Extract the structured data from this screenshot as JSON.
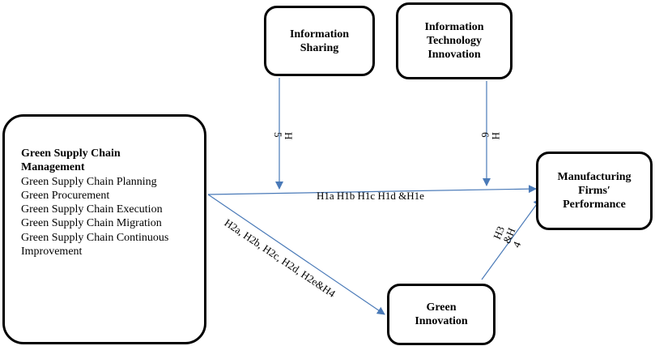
{
  "gscm": {
    "title_line1": "Green Supply Chain",
    "title_line2": "Management",
    "items": [
      "Green Supply Chain Planning",
      "Green Procurement",
      "Green Supply Chain Execution",
      "Green Supply Chain Migration",
      "Green Supply Chain Continuous",
      "Improvement"
    ]
  },
  "info_sharing": {
    "line1": "Information",
    "line2": "Sharing"
  },
  "itech": {
    "line1": "Information",
    "line2": "Technology",
    "line3": "Innovation"
  },
  "mfp": {
    "line1": "Manufacturing",
    "line2": "Firms′",
    "line3": "Performance"
  },
  "green_innovation": {
    "line1": "Green",
    "line2": "Innovation"
  },
  "labels": {
    "h1": "H1a  H1b  H1c  H1d &H1e",
    "h2": "H2a, H2b, H2c, H2d, H2e&H4",
    "h5_a": "H",
    "h5_b": "5",
    "h6_a": "H",
    "h6_b": "6",
    "h34_a": "H3",
    "h34_b": "&H",
    "h34_c": "4"
  },
  "colors": {
    "arrow": "#4a7ab8",
    "border": "#000000"
  }
}
